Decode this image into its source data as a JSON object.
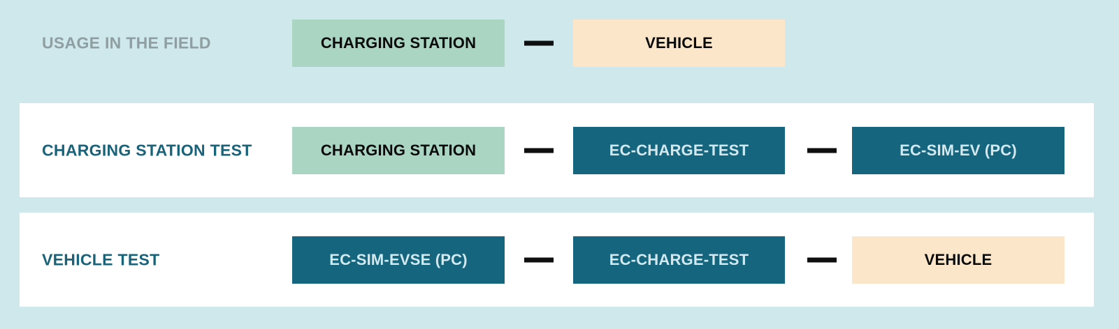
{
  "canvas": {
    "background_color": "#cee8eb",
    "row_background_color": "#ffffff"
  },
  "colors": {
    "node_green": "#aad5c2",
    "node_peach": "#fce6c9",
    "node_teal": "#15657e",
    "node_teal_text": "#d2e9f0",
    "node_dark_text": "#0a0a0a",
    "label_gray": "#8f9ea1",
    "label_teal": "#19637a",
    "connector_black": "#0f0f0f"
  },
  "rows": [
    {
      "label": "USAGE IN THE FIELD",
      "highlighted": false,
      "nodes": [
        {
          "label": "CHARGING STATION",
          "variant": "green"
        },
        {
          "label": "VEHICLE",
          "variant": "peach"
        }
      ]
    },
    {
      "label": "CHARGING STATION TEST",
      "highlighted": true,
      "nodes": [
        {
          "label": "CHARGING STATION",
          "variant": "green"
        },
        {
          "label": "EC-CHARGE-TEST",
          "variant": "teal"
        },
        {
          "label": "EC-SIM-EV (PC)",
          "variant": "teal"
        }
      ]
    },
    {
      "label": "VEHICLE TEST",
      "highlighted": true,
      "nodes": [
        {
          "label": "EC-SIM-EVSE (PC)",
          "variant": "teal"
        },
        {
          "label": "EC-CHARGE-TEST",
          "variant": "teal"
        },
        {
          "label": "VEHICLE",
          "variant": "peach"
        }
      ]
    }
  ]
}
